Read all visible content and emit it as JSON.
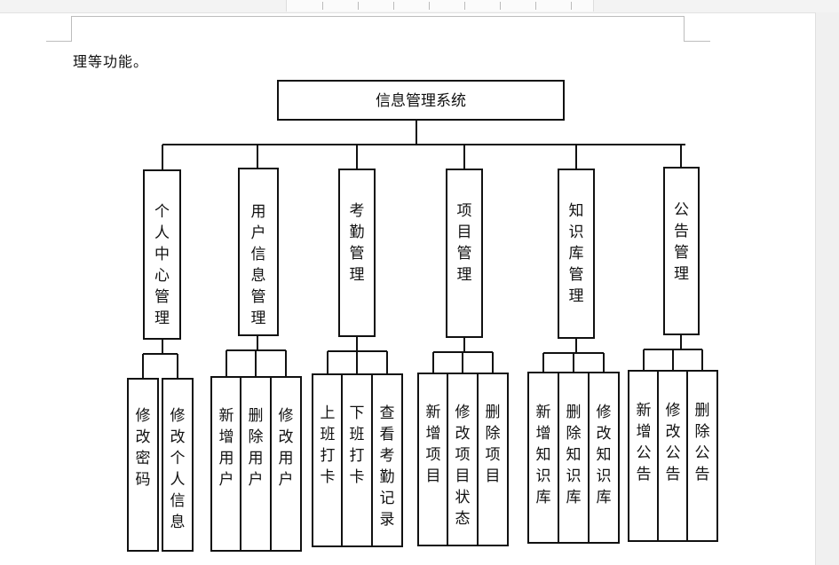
{
  "document": {
    "paragraph_text": "理等功能。"
  },
  "diagram": {
    "root": "信息管理系统",
    "modules": [
      {
        "label": "个人中心管理",
        "children": [
          "修改密码",
          "修改个人信息"
        ]
      },
      {
        "label": "用户信息管理",
        "children": [
          "新增用户",
          "删除用户",
          "修改用户"
        ]
      },
      {
        "label": "考勤管理",
        "children": [
          "上班打卡",
          "下班打卡",
          "查看考勤记录"
        ]
      },
      {
        "label": "项目管理",
        "children": [
          "新增项目",
          "修改项目状态",
          "删除项目"
        ]
      },
      {
        "label": "知识库管理",
        "children": [
          "新增知识库",
          "删除知识库",
          "修改知识库"
        ]
      },
      {
        "label": "公告管理",
        "children": [
          "新增公告",
          "修改公告",
          "删除公告"
        ]
      }
    ]
  }
}
